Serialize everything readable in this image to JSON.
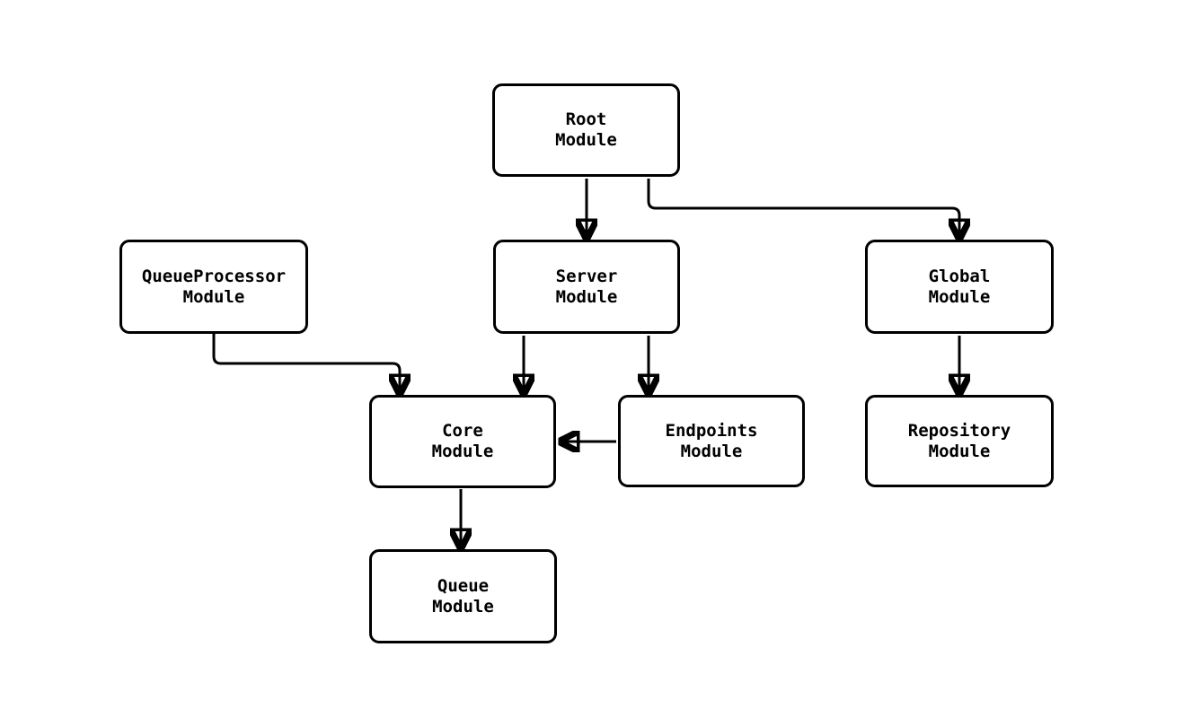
{
  "diagram": {
    "type": "flowchart",
    "colors": {
      "background": "#ffffff",
      "box_fill": "#ffffff",
      "box_border": "#000000",
      "line": "#000000",
      "text": "#000000"
    },
    "nodes": [
      {
        "id": "root",
        "label": "Root\nModule"
      },
      {
        "id": "queueprocessor",
        "label": "QueueProcessor\nModule"
      },
      {
        "id": "server",
        "label": "Server\nModule"
      },
      {
        "id": "global",
        "label": "Global\nModule"
      },
      {
        "id": "core",
        "label": "Core\nModule"
      },
      {
        "id": "endpoints",
        "label": "Endpoints\nModule"
      },
      {
        "id": "repository",
        "label": "Repository\nModule"
      },
      {
        "id": "queue",
        "label": "Queue\nModule"
      }
    ],
    "edges": [
      {
        "from": "root",
        "to": "server"
      },
      {
        "from": "root",
        "to": "global"
      },
      {
        "from": "queueprocessor",
        "to": "core"
      },
      {
        "from": "server",
        "to": "core"
      },
      {
        "from": "server",
        "to": "endpoints"
      },
      {
        "from": "global",
        "to": "repository"
      },
      {
        "from": "endpoints",
        "to": "core"
      },
      {
        "from": "core",
        "to": "queue"
      }
    ]
  }
}
